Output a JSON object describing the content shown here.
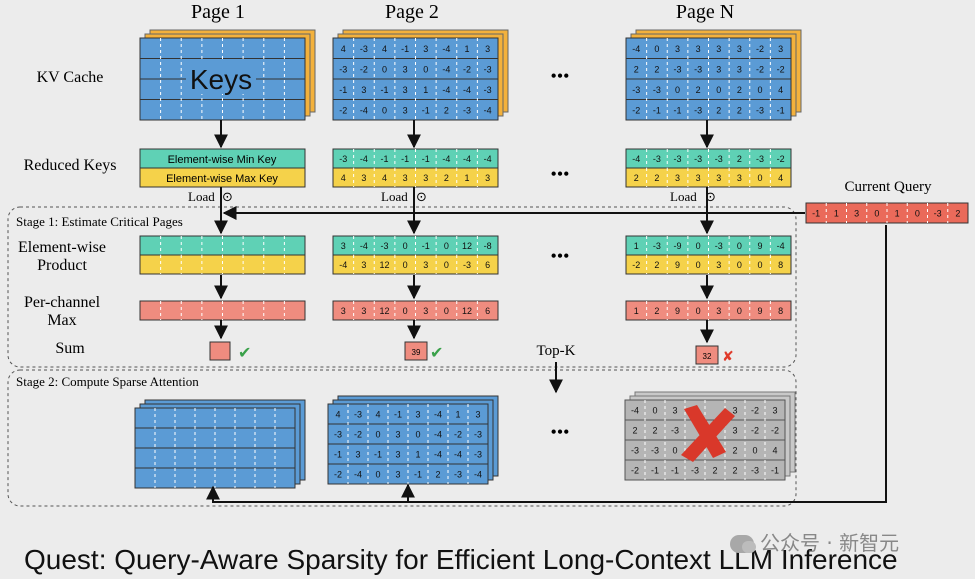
{
  "pages": {
    "page1": "Page 1",
    "page2": "Page 2",
    "pageN": "Page N"
  },
  "row_labels": {
    "kv_cache": "KV Cache",
    "reduced_keys": "Reduced Keys",
    "elementwise_1": "Element-wise",
    "elementwise_2": "Product",
    "perchannel_1": "Per-channel",
    "perchannel_2": "Max",
    "sum": "Sum"
  },
  "keys_label": "Keys",
  "min_key_label": "Element-wise Min Key",
  "max_key_label": "Element-wise Max Key",
  "load_label": "Load",
  "dot_op": "⊙",
  "ellipsis": "•••",
  "stage1_label": "Stage 1: Estimate Critical Pages",
  "stage2_label": "Stage 2: Compute Sparse Attention",
  "current_query_label": "Current Query",
  "topk_label": "Top-K",
  "check": "✔",
  "cross": "✘",
  "page2": {
    "keys": [
      [
        "4",
        "-3",
        "4",
        "-1",
        "3",
        "-4",
        "1",
        "3"
      ],
      [
        "-3",
        "-2",
        "0",
        "3",
        "0",
        "-4",
        "-2",
        "-3"
      ],
      [
        "-1",
        "3",
        "-1",
        "3",
        "1",
        "-4",
        "-4",
        "-3"
      ],
      [
        "-2",
        "-4",
        "0",
        "3",
        "-1",
        "2",
        "-3",
        "-4"
      ]
    ],
    "min_key": [
      "-3",
      "-4",
      "-1",
      "-1",
      "-1",
      "-4",
      "-4",
      "-4"
    ],
    "max_key": [
      "4",
      "3",
      "4",
      "3",
      "3",
      "2",
      "1",
      "3"
    ],
    "product_min": [
      "3",
      "-4",
      "-3",
      "0",
      "-1",
      "0",
      "12",
      "-8"
    ],
    "product_max": [
      "-4",
      "3",
      "12",
      "0",
      "3",
      "0",
      "-3",
      "6"
    ],
    "max": [
      "3",
      "3",
      "12",
      "0",
      "3",
      "0",
      "12",
      "6"
    ],
    "sum": "39"
  },
  "pageN": {
    "keys": [
      [
        "-4",
        "0",
        "3",
        "3",
        "3",
        "3",
        "-2",
        "3"
      ],
      [
        "2",
        "2",
        "-3",
        "-3",
        "3",
        "3",
        "-2",
        "-2"
      ],
      [
        "-3",
        "-3",
        "0",
        "2",
        "0",
        "2",
        "0",
        "4"
      ],
      [
        "-2",
        "-1",
        "-1",
        "-3",
        "2",
        "2",
        "-3",
        "-1"
      ]
    ],
    "min_key": [
      "-4",
      "-3",
      "-3",
      "-3",
      "-3",
      "2",
      "-3",
      "-2"
    ],
    "max_key": [
      "2",
      "2",
      "3",
      "3",
      "3",
      "3",
      "0",
      "4"
    ],
    "product_min": [
      "1",
      "-3",
      "-9",
      "0",
      "-3",
      "0",
      "9",
      "-4"
    ],
    "product_max": [
      "-2",
      "2",
      "9",
      "0",
      "3",
      "0",
      "0",
      "8"
    ],
    "max": [
      "1",
      "2",
      "9",
      "0",
      "3",
      "0",
      "9",
      "8"
    ],
    "sum": "32",
    "dropped_keys": [
      [
        "-4",
        "0",
        "3",
        "",
        "",
        "3",
        "-2",
        "3"
      ],
      [
        "2",
        "2",
        "-3",
        "",
        "",
        "3",
        "-2",
        "-2"
      ],
      [
        "-3",
        "-3",
        "0",
        "",
        "",
        "2",
        "0",
        "4"
      ],
      [
        "-2",
        "-1",
        "-1",
        "-3",
        "2",
        "2",
        "-3",
        "-1"
      ]
    ]
  },
  "query": [
    "-1",
    "1",
    "3",
    "0",
    "1",
    "0",
    "-3",
    "2"
  ],
  "caption": "Quest: Query-Aware Sparsity for Efficient Long-Context LLM Inference",
  "watermark": "公众号 · 新智元",
  "colors": {
    "blue": "#5b9bd5",
    "teal": "#5fd1b5",
    "yellow": "#f5d24a",
    "salmon": "#ef8c7f",
    "query": "#ea6a5a",
    "gray": "#b5b5b5",
    "stack": "#f3b13c",
    "check": "#3aa14a",
    "cross": "#e03a2a"
  }
}
